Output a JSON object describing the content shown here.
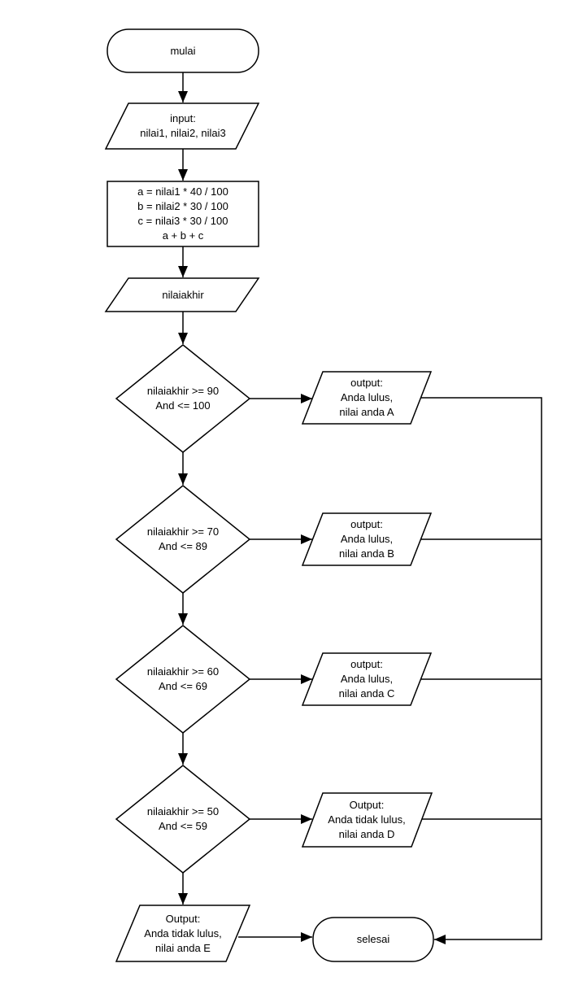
{
  "diagram": {
    "title": "flowchart-nilai-akhir",
    "colors": {
      "background": "#ffffff",
      "stroke": "#000000",
      "text": "#000000"
    },
    "nodes": [
      {
        "id": "start",
        "type": "terminator",
        "label": "mulai"
      },
      {
        "id": "input",
        "type": "parallelogram",
        "label": "input:\nnilai1, nilai2, nilai3"
      },
      {
        "id": "process",
        "type": "process",
        "label": "a = nilai1 * 40 / 100\nb = nilai2 * 30 / 100\nc = nilai3 * 30 / 100\na + b + c"
      },
      {
        "id": "nilaiakhir",
        "type": "parallelogram",
        "label": "nilaiakhir"
      },
      {
        "id": "decision-1",
        "type": "decision",
        "label": "nilaiakhir >= 90\nAnd <= 100"
      },
      {
        "id": "output-a",
        "type": "parallelogram",
        "label": "output:\nAnda lulus,\nnilai anda A"
      },
      {
        "id": "decision-2",
        "type": "decision",
        "label": "nilaiakhir >= 70\nAnd <= 89"
      },
      {
        "id": "output-b",
        "type": "parallelogram",
        "label": "output:\nAnda lulus,\nnilai anda B"
      },
      {
        "id": "decision-3",
        "type": "decision",
        "label": "nilaiakhir >= 60\nAnd <= 69"
      },
      {
        "id": "output-c",
        "type": "parallelogram",
        "label": "output:\nAnda lulus,\nnilai anda C"
      },
      {
        "id": "decision-4",
        "type": "decision",
        "label": "nilaiakhir >= 50\nAnd <= 59"
      },
      {
        "id": "output-d",
        "type": "parallelogram",
        "label": "Output:\nAnda tidak lulus,\nnilai anda D"
      },
      {
        "id": "output-e",
        "type": "parallelogram",
        "label": "Output:\nAnda tidak lulus,\nnilai anda E"
      },
      {
        "id": "end",
        "type": "terminator",
        "label": "selesai"
      }
    ]
  }
}
